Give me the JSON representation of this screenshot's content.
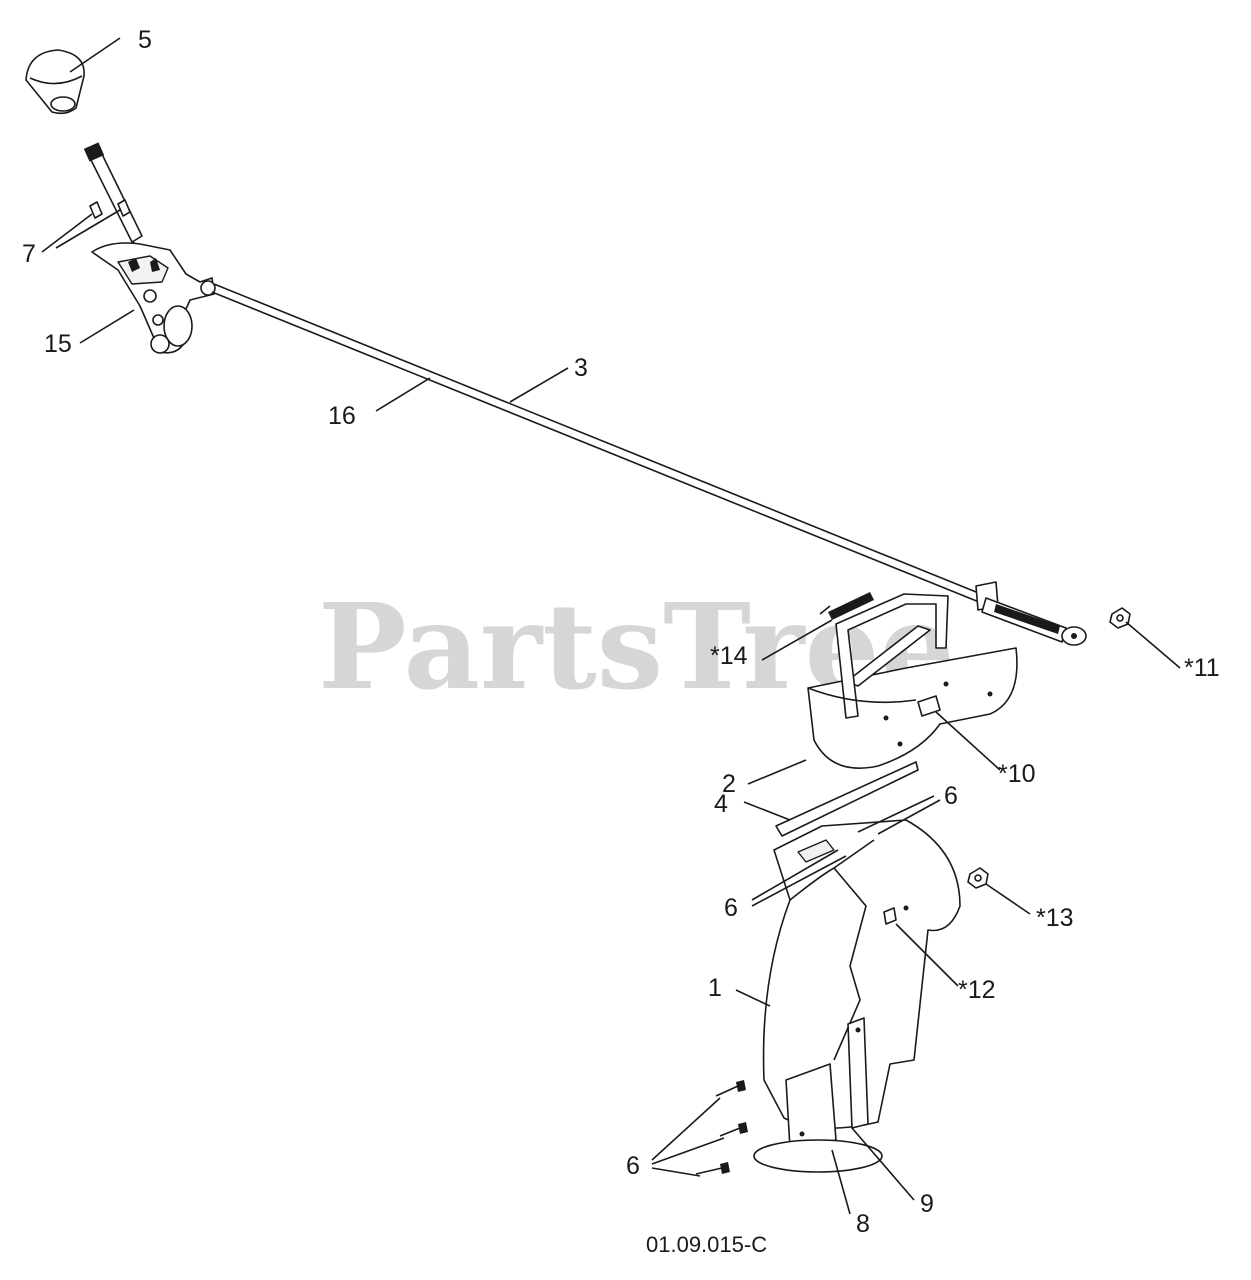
{
  "watermark": "PartsTree",
  "drawing_code": "01.09.015-C",
  "callouts": {
    "c5": "5",
    "c7": "7",
    "c15": "15",
    "c16": "16",
    "c3": "3",
    "c14": "*14",
    "c11": "*11",
    "c2": "2",
    "c10": "*10",
    "c4": "4",
    "c6a": "6",
    "c6b": "6",
    "c13": "*13",
    "c12": "*12",
    "c1": "1",
    "c6c": "6",
    "c9": "9",
    "c8": "8"
  }
}
